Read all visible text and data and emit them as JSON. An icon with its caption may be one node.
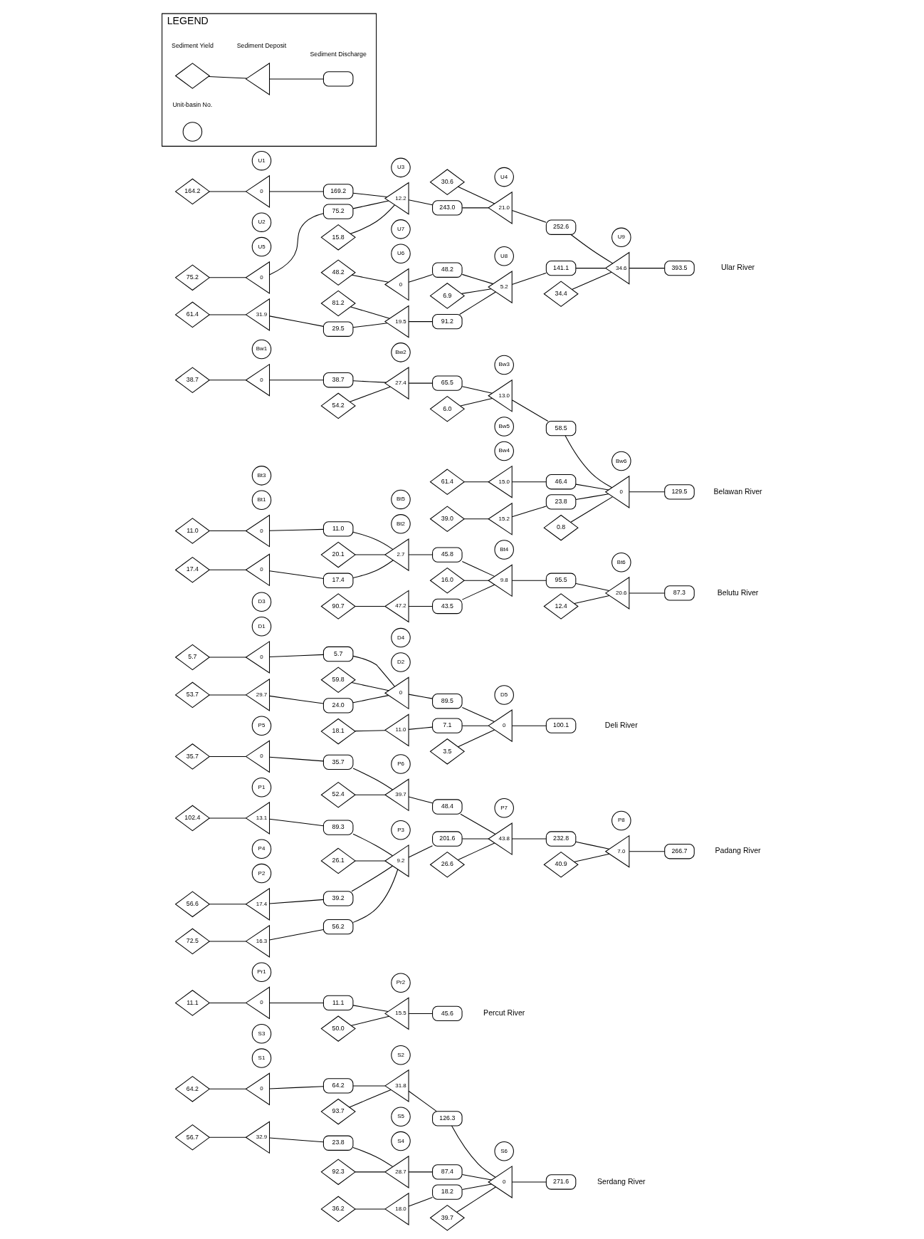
{
  "diagram": {
    "nodes": [
      {
        "text": [
          "64.2"
        ]
      },
      {
        "text": [
          "S1"
        ]
      },
      {
        "text": [
          "0"
        ]
      },
      {
        "text": [
          "64.2"
        ]
      },
      {
        "text": [
          "93.7"
        ]
      },
      {
        "text": [
          "S2"
        ]
      },
      {
        "text": [
          "31.8"
        ]
      },
      {
        "text": [
          "126.3"
        ]
      },
      {
        "text": [
          "56.7"
        ]
      },
      {
        "text": [
          "S3"
        ]
      },
      {
        "text": [
          "32.9"
        ]
      },
      {
        "text": [
          "23.8"
        ]
      },
      {
        "text": [
          "92.3"
        ]
      },
      {
        "text": [
          "S4"
        ]
      },
      {
        "text": [
          "28.7"
        ]
      },
      {
        "text": [
          "87.4"
        ]
      },
      {
        "text": [
          "36.2"
        ]
      },
      {
        "text": [
          "S5"
        ]
      },
      {
        "text": [
          "18.0"
        ]
      },
      {
        "text": [
          "18.2"
        ]
      },
      {
        "text": [
          "39.7"
        ]
      },
      {
        "text": [
          "S6"
        ]
      },
      {
        "text": [
          "0"
        ]
      },
      {
        "text": [
          "271.6"
        ]
      },
      {
        "text": [
          "11.1"
        ]
      },
      {
        "text": [
          "Pr1"
        ]
      },
      {
        "text": [
          "0"
        ]
      },
      {
        "text": [
          "11.1"
        ]
      },
      {
        "text": [
          "50.0"
        ]
      },
      {
        "text": [
          "Pr2"
        ]
      },
      {
        "text": [
          "15.5"
        ]
      },
      {
        "text": [
          "45.6"
        ]
      },
      {
        "text": [
          "102.4"
        ]
      },
      {
        "text": [
          "P1"
        ]
      },
      {
        "text": [
          "13.1"
        ]
      },
      {
        "text": [
          "89.3"
        ]
      },
      {
        "text": [
          "72.5"
        ]
      },
      {
        "text": [
          "P2"
        ]
      },
      {
        "text": [
          "16.3"
        ]
      },
      {
        "text": [
          "56.2"
        ]
      },
      {
        "text": [
          "26.1"
        ]
      },
      {
        "text": [
          "P3"
        ]
      },
      {
        "text": [
          "9.2"
        ]
      },
      {
        "text": [
          "201.6"
        ]
      },
      {
        "text": [
          "56.6"
        ]
      },
      {
        "text": [
          "P4"
        ]
      },
      {
        "text": [
          "17.4"
        ]
      },
      {
        "text": [
          "39.2"
        ]
      },
      {
        "text": [
          "35.7"
        ]
      },
      {
        "text": [
          "P5"
        ]
      },
      {
        "text": [
          "0"
        ]
      },
      {
        "text": [
          "35.7"
        ]
      },
      {
        "text": [
          "52.4"
        ]
      },
      {
        "text": [
          "P6"
        ]
      },
      {
        "text": [
          "39.7"
        ]
      },
      {
        "text": [
          "48.4"
        ]
      },
      {
        "text": [
          "26.6"
        ]
      },
      {
        "text": [
          "P7"
        ]
      },
      {
        "text": [
          "43.8"
        ]
      },
      {
        "text": [
          "232.8"
        ]
      },
      {
        "text": [
          "40.9"
        ]
      },
      {
        "text": [
          "P8"
        ]
      },
      {
        "text": [
          "7.0"
        ]
      },
      {
        "text": [
          "266.7"
        ]
      },
      {
        "text": [
          "5.7"
        ]
      },
      {
        "text": [
          "D1"
        ]
      },
      {
        "text": [
          "0"
        ]
      },
      {
        "text": [
          "5.7"
        ]
      },
      {
        "text": [
          "59.8"
        ]
      },
      {
        "text": [
          "D2"
        ]
      },
      {
        "text": [
          "0"
        ]
      },
      {
        "text": [
          "89.5"
        ]
      },
      {
        "text": [
          "53.7"
        ]
      },
      {
        "text": [
          "D3"
        ]
      },
      {
        "text": [
          "29.7"
        ]
      },
      {
        "text": [
          "24.0"
        ]
      },
      {
        "text": [
          "18.1"
        ]
      },
      {
        "text": [
          "D4"
        ]
      },
      {
        "text": [
          "11.0"
        ]
      },
      {
        "text": [
          "7.1"
        ]
      },
      {
        "text": [
          "3.5"
        ]
      },
      {
        "text": [
          "D5"
        ]
      },
      {
        "text": [
          "0"
        ]
      },
      {
        "text": [
          "100.1"
        ]
      },
      {
        "text": [
          "11.0"
        ]
      },
      {
        "text": [
          "Bt1"
        ]
      },
      {
        "text": [
          "0"
        ]
      },
      {
        "text": [
          "11.0"
        ]
      },
      {
        "text": [
          "20.1"
        ]
      },
      {
        "text": [
          "Bt2"
        ]
      },
      {
        "text": [
          "2.7"
        ]
      },
      {
        "text": [
          "45.8"
        ]
      },
      {
        "text": [
          "17.4"
        ]
      },
      {
        "text": [
          "Bt3"
        ]
      },
      {
        "text": [
          "0"
        ]
      },
      {
        "text": [
          "17.4"
        ]
      },
      {
        "text": [
          "16.0"
        ]
      },
      {
        "text": [
          "Bt4"
        ]
      },
      {
        "text": [
          "9.8"
        ]
      },
      {
        "text": [
          "95.5"
        ]
      },
      {
        "text": [
          "90.7"
        ]
      },
      {
        "text": [
          "Bt5"
        ]
      },
      {
        "text": [
          "47.2"
        ]
      },
      {
        "text": [
          "43.5"
        ]
      },
      {
        "text": [
          "12.4"
        ]
      },
      {
        "text": [
          "Bt6"
        ]
      },
      {
        "text": [
          "20.6"
        ]
      },
      {
        "text": [
          "87.3"
        ]
      },
      {
        "text": [
          "38.7"
        ]
      },
      {
        "text": [
          "Bw1"
        ]
      },
      {
        "text": [
          "0"
        ]
      },
      {
        "text": [
          "38.7"
        ]
      },
      {
        "text": [
          "54.2"
        ]
      },
      {
        "text": [
          "Bw2"
        ]
      },
      {
        "text": [
          "27.4"
        ]
      },
      {
        "text": [
          "65.5"
        ]
      },
      {
        "text": [
          "6.0"
        ]
      },
      {
        "text": [
          "Bw3"
        ]
      },
      {
        "text": [
          "13.0"
        ]
      },
      {
        "text": [
          "58.5"
        ]
      },
      {
        "text": [
          "61.4"
        ]
      },
      {
        "text": [
          "Bw4"
        ]
      },
      {
        "text": [
          "15.0"
        ]
      },
      {
        "text": [
          "46.4"
        ]
      },
      {
        "text": [
          "39.0"
        ]
      },
      {
        "text": [
          "Bw5"
        ]
      },
      {
        "text": [
          "15.2"
        ]
      },
      {
        "text": [
          "23.8"
        ]
      },
      {
        "text": [
          "0.8"
        ]
      },
      {
        "text": [
          "Bw6"
        ]
      },
      {
        "text": [
          "0"
        ]
      },
      {
        "text": [
          "129.5"
        ]
      },
      {
        "text": [
          "164.2"
        ]
      },
      {
        "text": [
          "U1"
        ]
      },
      {
        "text": [
          "0"
        ]
      },
      {
        "text": [
          "169.2"
        ]
      },
      {
        "text": [
          "75.2"
        ]
      },
      {
        "text": [
          "U2"
        ]
      },
      {
        "text": [
          "0"
        ]
      },
      {
        "text": [
          "75.2"
        ]
      },
      {
        "text": [
          "15.8"
        ]
      },
      {
        "text": [
          "U3"
        ]
      },
      {
        "text": [
          "12.2"
        ]
      },
      {
        "text": [
          "243.0"
        ]
      },
      {
        "text": [
          "30.6"
        ]
      },
      {
        "text": [
          "U4"
        ]
      },
      {
        "text": [
          "21.0"
        ]
      },
      {
        "text": [
          "252.6"
        ]
      },
      {
        "text": [
          "61.4"
        ]
      },
      {
        "text": [
          "U5"
        ]
      },
      {
        "text": [
          "31.9"
        ]
      },
      {
        "text": [
          "29.5"
        ]
      },
      {
        "text": [
          "81.2"
        ]
      },
      {
        "text": [
          "U6"
        ]
      },
      {
        "text": [
          "19.5"
        ]
      },
      {
        "text": [
          "91.2"
        ]
      },
      {
        "text": [
          "48.2"
        ]
      },
      {
        "text": [
          "U7"
        ]
      },
      {
        "text": [
          "0"
        ]
      },
      {
        "text": [
          "48.2"
        ]
      },
      {
        "text": [
          "6.9"
        ]
      },
      {
        "text": [
          "U8"
        ]
      },
      {
        "text": [
          "5.2"
        ]
      },
      {
        "text": [
          "141.1"
        ]
      },
      {
        "text": [
          "34.4"
        ]
      },
      {
        "text": [
          "U9"
        ]
      },
      {
        "text": [
          "34.6"
        ]
      },
      {
        "text": [
          "393.5"
        ]
      },
      {
        "text": [
          "LEGEND"
        ]
      },
      {
        "text": [],
        "shape": "diamond",
        "in": 168,
        "beside": [
          "Sediment Yield"
        ]
      },
      {
        "text": [],
        "shape": "circle",
        "in": 168,
        "beside": [
          "Unit-basin No."
        ]
      },
      {
        "text": [],
        "shape": "triangle",
        "in": 168,
        "beside": [
          "Sediment Deposit"
        ]
      },
      {
        "text": [],
        "shape": "box",
        "in": 168,
        "beside": [
          "Sediment Discharge"
        ]
      }
    ],
    "edges": [
      {
        "from": 0,
        "to": 2,
        "arrow": "none"
      },
      {
        "from": 2,
        "to": 3,
        "arrow": "none"
      },
      {
        "from": 3,
        "to": 6,
        "arrow": "none"
      },
      {
        "from": 4,
        "to": 6,
        "arrow": "none"
      },
      {
        "from": 6,
        "to": 7,
        "arrow": "none"
      },
      {
        "from": 8,
        "to": 10,
        "arrow": "none"
      },
      {
        "from": 10,
        "to": 11,
        "arrow": "none"
      },
      {
        "from": 11,
        "to": 14,
        "arrow": "none"
      },
      {
        "from": 12,
        "to": 14,
        "arrow": "none"
      },
      {
        "from": 14,
        "to": 15,
        "arrow": "none"
      },
      {
        "from": 16,
        "to": 18,
        "arrow": "none"
      },
      {
        "from": 18,
        "to": 19,
        "arrow": "none"
      },
      {
        "from": 7,
        "to": 22,
        "arrow": "none"
      },
      {
        "from": 15,
        "to": 22,
        "arrow": "none"
      },
      {
        "from": 19,
        "to": 22,
        "arrow": "none"
      },
      {
        "from": 20,
        "to": 22,
        "arrow": "none"
      },
      {
        "from": 22,
        "to": 23,
        "arrow": "none"
      },
      {
        "from": 24,
        "to": 26,
        "arrow": "none"
      },
      {
        "from": 26,
        "to": 27,
        "arrow": "none"
      },
      {
        "from": 27,
        "to": 30,
        "arrow": "none"
      },
      {
        "from": 28,
        "to": 30,
        "arrow": "none"
      },
      {
        "from": 30,
        "to": 31,
        "arrow": "none"
      },
      {
        "from": 32,
        "to": 34,
        "arrow": "none"
      },
      {
        "from": 34,
        "to": 35,
        "arrow": "none"
      },
      {
        "from": 36,
        "to": 38,
        "arrow": "none"
      },
      {
        "from": 38,
        "to": 39,
        "arrow": "none"
      },
      {
        "from": 35,
        "to": 42,
        "arrow": "none"
      },
      {
        "from": 39,
        "to": 42,
        "arrow": "none"
      },
      {
        "from": 47,
        "to": 42,
        "arrow": "none"
      },
      {
        "from": 40,
        "to": 42,
        "arrow": "none"
      },
      {
        "from": 42,
        "to": 43,
        "arrow": "none"
      },
      {
        "from": 44,
        "to": 46,
        "arrow": "none"
      },
      {
        "from": 46,
        "to": 47,
        "arrow": "none"
      },
      {
        "from": 48,
        "to": 50,
        "arrow": "none"
      },
      {
        "from": 50,
        "to": 51,
        "arrow": "none"
      },
      {
        "from": 51,
        "to": 54,
        "arrow": "none"
      },
      {
        "from": 52,
        "to": 54,
        "arrow": "none"
      },
      {
        "from": 54,
        "to": 55,
        "arrow": "none"
      },
      {
        "from": 55,
        "to": 58,
        "arrow": "none"
      },
      {
        "from": 43,
        "to": 58,
        "arrow": "none"
      },
      {
        "from": 56,
        "to": 58,
        "arrow": "none"
      },
      {
        "from": 58,
        "to": 59,
        "arrow": "none"
      },
      {
        "from": 59,
        "to": 62,
        "arrow": "none"
      },
      {
        "from": 60,
        "to": 62,
        "arrow": "none"
      },
      {
        "from": 62,
        "to": 63,
        "arrow": "none"
      },
      {
        "from": 64,
        "to": 66,
        "arrow": "none"
      },
      {
        "from": 66,
        "to": 67,
        "arrow": "none"
      },
      {
        "from": 67,
        "to": 70,
        "arrow": "none"
      },
      {
        "from": 75,
        "to": 70,
        "arrow": "none"
      },
      {
        "from": 68,
        "to": 70,
        "arrow": "none"
      },
      {
        "from": 70,
        "to": 71,
        "arrow": "none"
      },
      {
        "from": 72,
        "to": 74,
        "arrow": "none"
      },
      {
        "from": 74,
        "to": 75,
        "arrow": "none"
      },
      {
        "from": 76,
        "to": 78,
        "arrow": "none"
      },
      {
        "from": 78,
        "to": 79,
        "arrow": "none"
      },
      {
        "from": 71,
        "to": 82,
        "arrow": "none"
      },
      {
        "from": 79,
        "to": 82,
        "arrow": "none"
      },
      {
        "from": 80,
        "to": 82,
        "arrow": "none"
      },
      {
        "from": 82,
        "to": 83,
        "arrow": "none"
      },
      {
        "from": 84,
        "to": 86,
        "arrow": "none"
      },
      {
        "from": 86,
        "to": 87,
        "arrow": "none"
      },
      {
        "from": 87,
        "to": 90,
        "arrow": "none"
      },
      {
        "from": 95,
        "to": 90,
        "arrow": "none"
      },
      {
        "from": 88,
        "to": 90,
        "arrow": "none"
      },
      {
        "from": 90,
        "to": 91,
        "arrow": "none"
      },
      {
        "from": 92,
        "to": 94,
        "arrow": "none"
      },
      {
        "from": 94,
        "to": 95,
        "arrow": "none"
      },
      {
        "from": 91,
        "to": 98,
        "arrow": "none"
      },
      {
        "from": 103,
        "to": 98,
        "arrow": "none"
      },
      {
        "from": 96,
        "to": 98,
        "arrow": "none"
      },
      {
        "from": 98,
        "to": 99,
        "arrow": "none"
      },
      {
        "from": 100,
        "to": 102,
        "arrow": "none"
      },
      {
        "from": 102,
        "to": 103,
        "arrow": "none"
      },
      {
        "from": 99,
        "to": 106,
        "arrow": "none"
      },
      {
        "from": 104,
        "to": 106,
        "arrow": "none"
      },
      {
        "from": 106,
        "to": 107,
        "arrow": "none"
      },
      {
        "from": 108,
        "to": 110,
        "arrow": "none"
      },
      {
        "from": 110,
        "to": 111,
        "arrow": "none"
      },
      {
        "from": 111,
        "to": 114,
        "arrow": "none"
      },
      {
        "from": 112,
        "to": 114,
        "arrow": "none"
      },
      {
        "from": 114,
        "to": 115,
        "arrow": "none"
      },
      {
        "from": 115,
        "to": 118,
        "arrow": "none"
      },
      {
        "from": 116,
        "to": 118,
        "arrow": "none"
      },
      {
        "from": 118,
        "to": 119,
        "arrow": "none"
      },
      {
        "from": 120,
        "to": 122,
        "arrow": "none"
      },
      {
        "from": 122,
        "to": 123,
        "arrow": "none"
      },
      {
        "from": 124,
        "to": 126,
        "arrow": "none"
      },
      {
        "from": 126,
        "to": 127,
        "arrow": "none"
      },
      {
        "from": 119,
        "to": 130,
        "arrow": "none"
      },
      {
        "from": 123,
        "to": 130,
        "arrow": "none"
      },
      {
        "from": 127,
        "to": 130,
        "arrow": "none"
      },
      {
        "from": 128,
        "to": 130,
        "arrow": "none"
      },
      {
        "from": 130,
        "to": 131,
        "arrow": "none"
      },
      {
        "from": 132,
        "to": 134,
        "arrow": "none"
      },
      {
        "from": 134,
        "to": 135,
        "arrow": "none"
      },
      {
        "from": 136,
        "to": 138,
        "arrow": "none"
      },
      {
        "from": 138,
        "to": 139,
        "arrow": "none"
      },
      {
        "from": 135,
        "to": 142,
        "arrow": "none"
      },
      {
        "from": 139,
        "to": 142,
        "arrow": "none"
      },
      {
        "from": 140,
        "to": 142,
        "arrow": "none"
      },
      {
        "from": 142,
        "to": 143,
        "arrow": "none"
      },
      {
        "from": 143,
        "to": 146,
        "arrow": "none"
      },
      {
        "from": 144,
        "to": 146,
        "arrow": "none"
      },
      {
        "from": 146,
        "to": 147,
        "arrow": "none"
      },
      {
        "from": 148,
        "to": 150,
        "arrow": "none"
      },
      {
        "from": 150,
        "to": 151,
        "arrow": "none"
      },
      {
        "from": 151,
        "to": 154,
        "arrow": "none"
      },
      {
        "from": 152,
        "to": 154,
        "arrow": "none"
      },
      {
        "from": 154,
        "to": 155,
        "arrow": "none"
      },
      {
        "from": 156,
        "to": 158,
        "arrow": "none"
      },
      {
        "from": 158,
        "to": 159,
        "arrow": "none"
      },
      {
        "from": 155,
        "to": 162,
        "arrow": "none"
      },
      {
        "from": 159,
        "to": 162,
        "arrow": "none"
      },
      {
        "from": 160,
        "to": 162,
        "arrow": "none"
      },
      {
        "from": 162,
        "to": 163,
        "arrow": "none"
      },
      {
        "from": 147,
        "to": 166,
        "arrow": "none"
      },
      {
        "from": 163,
        "to": 166,
        "arrow": "none"
      },
      {
        "from": 164,
        "to": 166,
        "arrow": "none"
      },
      {
        "from": 166,
        "to": 167,
        "arrow": "none"
      },
      {
        "from": 169,
        "to": 171,
        "arrow": "none"
      },
      {
        "from": 171,
        "to": 172,
        "arrow": "none"
      }
    ],
    "labels": [
      "Serdang River",
      "Percut River",
      "Padang River",
      "Deli River",
      "Belutu River",
      "Belawan River",
      "Ular River"
    ]
  }
}
